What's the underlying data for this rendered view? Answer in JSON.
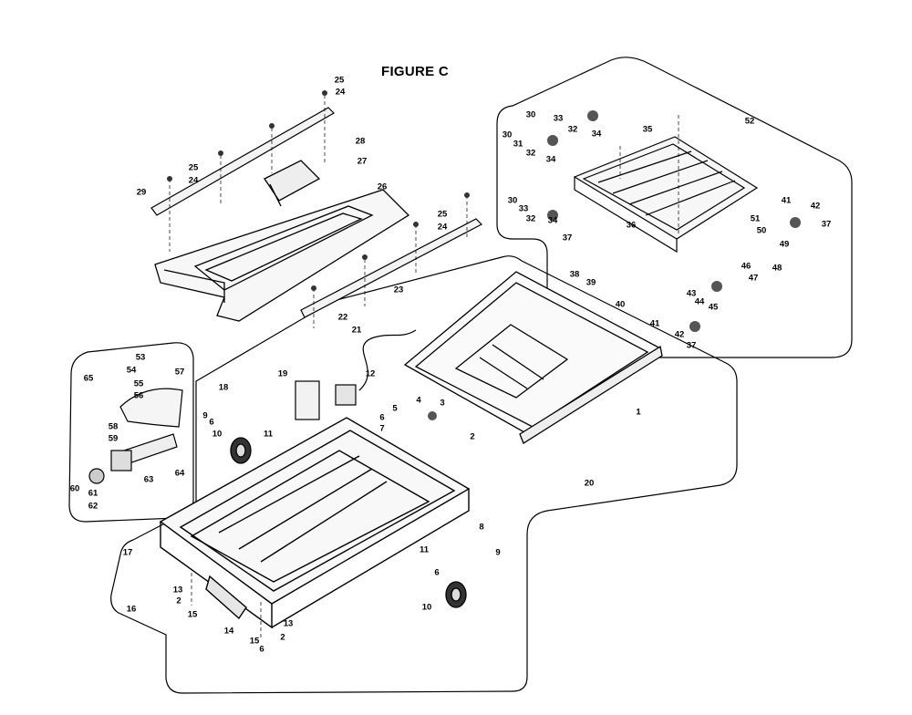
{
  "figure": {
    "title": "FIGURE C"
  },
  "callouts": [
    "25",
    "24",
    "28",
    "27",
    "26",
    "25",
    "24",
    "29",
    "25",
    "24",
    "23",
    "22",
    "21",
    "30",
    "33",
    "32",
    "34",
    "35",
    "52",
    "30",
    "31",
    "32",
    "34",
    "30",
    "33",
    "32",
    "34",
    "41",
    "42",
    "37",
    "36",
    "51",
    "50",
    "49",
    "37",
    "38",
    "39",
    "46",
    "47",
    "48",
    "43",
    "44",
    "45",
    "40",
    "41",
    "42",
    "37",
    "12",
    "19",
    "1",
    "3",
    "4",
    "5",
    "2",
    "6",
    "7",
    "53",
    "54",
    "55",
    "57",
    "56",
    "65",
    "58",
    "59",
    "64",
    "60",
    "63",
    "61",
    "62",
    "18",
    "9",
    "6",
    "11",
    "10",
    "17",
    "16",
    "13",
    "2",
    "15",
    "14",
    "15",
    "6",
    "13",
    "2",
    "20",
    "8",
    "11",
    "9",
    "6",
    "10"
  ]
}
